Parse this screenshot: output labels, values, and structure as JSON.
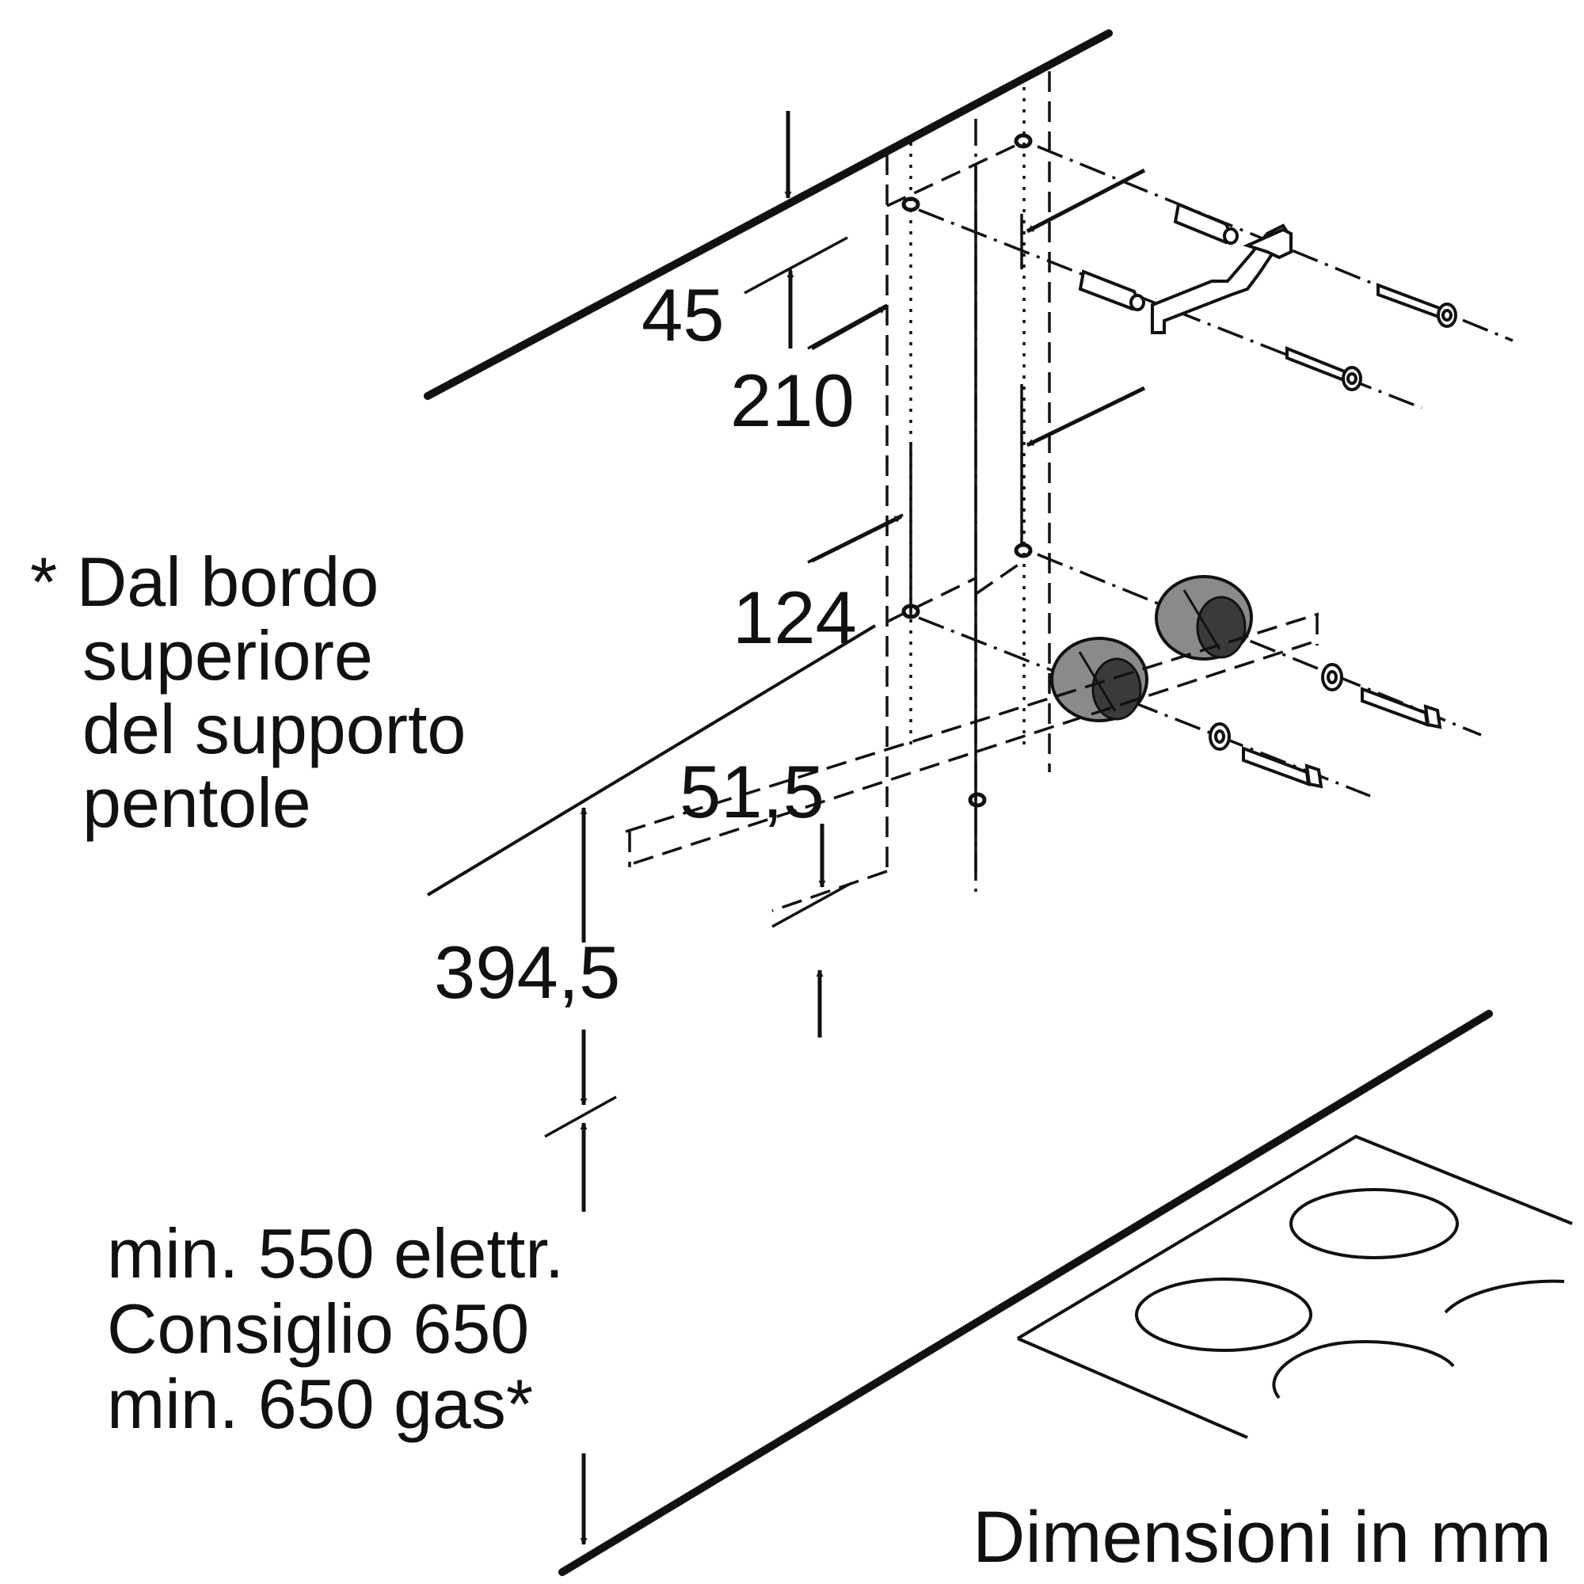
{
  "dimensions": {
    "d45": "45",
    "d210": "210",
    "d124": "124",
    "d51_5": "51,5",
    "d394_5": "394,5"
  },
  "footnote_lines": [
    "* Dal bordo",
    "superiore",
    "del supporto",
    "pentole"
  ],
  "clearance_lines": [
    "min. 550 elettr.",
    "Consiglio 650",
    "min. 650 gas*"
  ],
  "units_label": "Dimensioni in mm"
}
